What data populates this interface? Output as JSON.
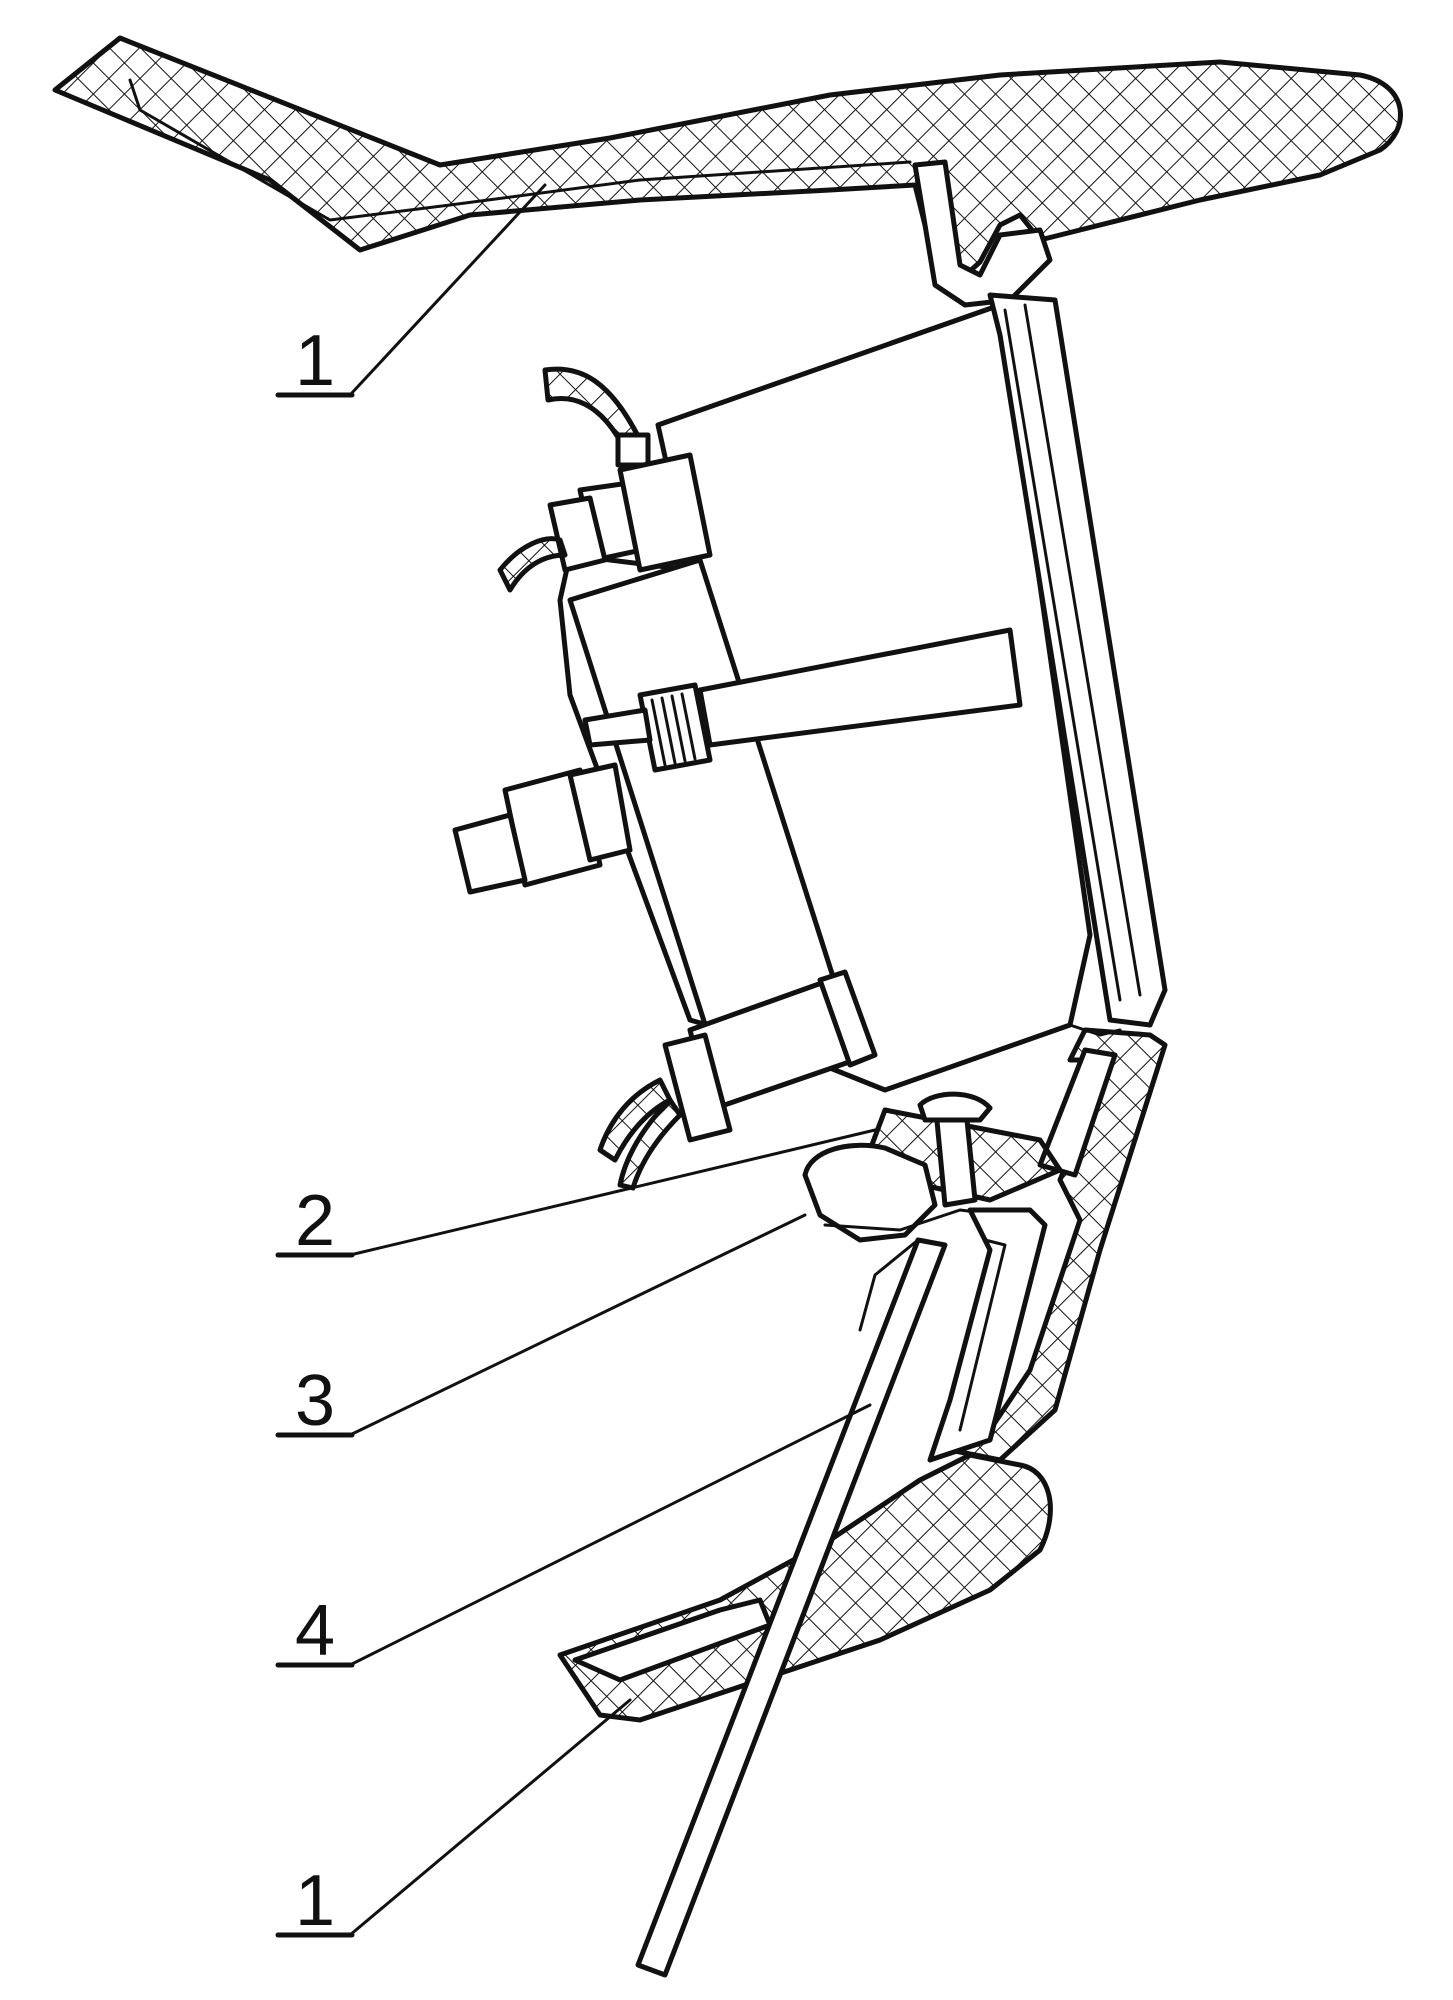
{
  "callouts": [
    {
      "id": "upper-panel",
      "label": "1"
    },
    {
      "id": "fastener",
      "label": "2"
    },
    {
      "id": "clip",
      "label": "3"
    },
    {
      "id": "rod",
      "label": "4"
    },
    {
      "id": "lower-panel",
      "label": "1"
    }
  ],
  "colors": {
    "ink": "#111111",
    "hatch": "#111111",
    "paper": "#ffffff"
  }
}
